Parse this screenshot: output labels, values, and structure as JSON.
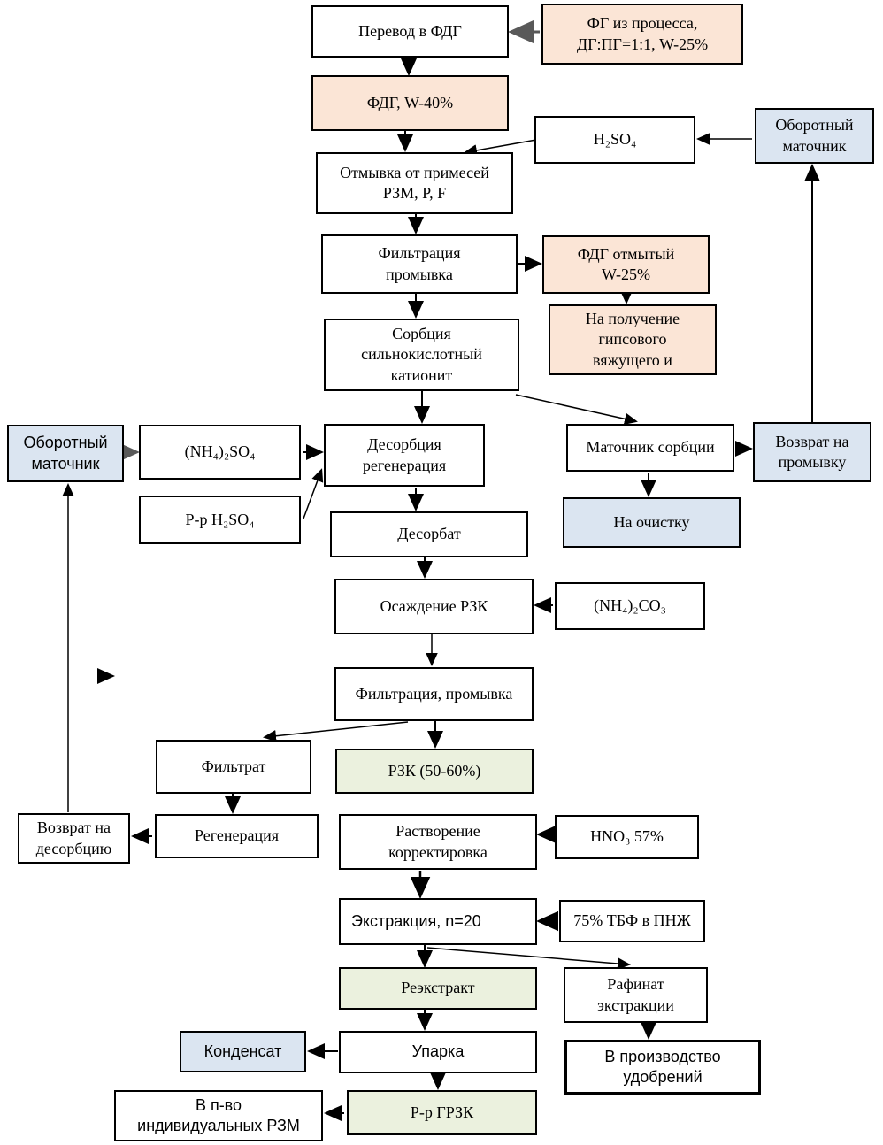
{
  "colors": {
    "box_white": "#ffffff",
    "box_peach": "#fbe5d6",
    "box_blue": "#dbe5f1",
    "box_green": "#ebf1de",
    "border": "#000000",
    "arrow_black": "#000000",
    "arrow_gray": "#595959"
  },
  "nodes": {
    "perevod_v_fdg": "Перевод в ФДГ",
    "fg_iz_processa": "ФГ из процесса,\nДГ:ПГ=1:1, W-25%",
    "fdg_w40": "ФДГ, W-40%",
    "h2so4": "H₂SO₄",
    "oborotny_matochnik_top": "Оборотный\nматочник",
    "otmyvka": "Отмывка от примесей\nРЗМ, P, F",
    "filtracia_promyvka_1": "Фильтрация\nпромывка",
    "fdg_otmyty": "ФДГ отмытый\nW-25%",
    "na_poluchenie": "На получение\nгипсового\nвяжущего и",
    "sorbcia": "Сорбция\nсильнокислотный\nкатионит",
    "desorbcia": "Десорбция\nрегенерация",
    "matochnik_sorbcii": "Маточник сорбции",
    "vozvrat_na_promyvku": "Возврат на\nпромывку",
    "oborotny_matochnik_left": "Оборотный\nматочник",
    "nh4_2so4": "(NH₄)₂SO₄",
    "rr_h2so4": "Р-р H₂SO₄",
    "desorbat": "Десорбат",
    "na_ochistku": "На очистку",
    "osazhdenie_rzk": "Осаждение РЗК",
    "nh4_2co3": "(NH₄)₂CO₃",
    "filtracia_promyvka_2": "Фильтрация, промывка",
    "filtrat": "Фильтрат",
    "rzk_50_60": "РЗК (50-60%)",
    "vozvrat_na_desorbciu": "Возврат на\nдесорбцию",
    "regeneracia": "Регенерация",
    "rastvorenie": "Растворение\nкорректировка",
    "hno3_57": "HNO₃ 57%",
    "ekstrakcia": "Экстракция, n=20",
    "tbf_pnzh": "75% ТБФ в ПНЖ",
    "reekstrakt": "Реэкстракт",
    "rafinat_ekstrakcii": "Рафинат\nэкстракции",
    "kondensat": "Конденсат",
    "uparka": "Упарка",
    "v_proizvodstvo_udobreniy": "В производство\nудобрений",
    "v_pvo_rzm": "В п-во\nиндивидуальных РЗМ",
    "rr_grzk": "Р-р ГРЗК"
  }
}
